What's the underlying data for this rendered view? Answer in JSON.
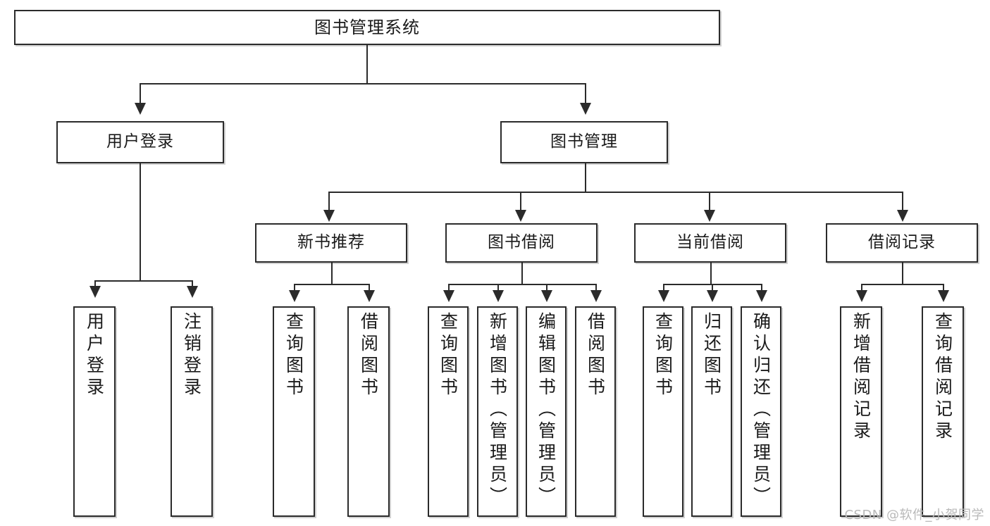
{
  "diagram": {
    "title": "图书管理系统",
    "type": "tree-hierarchy",
    "watermark": "CSDN @软件_小贺同学",
    "colors": {
      "stroke": "#2b2b2b",
      "fill": "#ffffff",
      "text": "#1a1a1a",
      "watermark": "#b9b9b9"
    },
    "levels": {
      "level1": [
        {
          "id": "root",
          "label": "图书管理系统"
        }
      ],
      "level2": [
        {
          "id": "user-login",
          "label": "用户登录",
          "parent": "root"
        },
        {
          "id": "book-management",
          "label": "图书管理",
          "parent": "root"
        }
      ],
      "level3": [
        {
          "id": "new-book-recommend",
          "label": "新书推荐",
          "parent": "book-management"
        },
        {
          "id": "book-borrow",
          "label": "图书借阅",
          "parent": "book-management"
        },
        {
          "id": "current-borrow",
          "label": "当前借阅",
          "parent": "book-management"
        },
        {
          "id": "borrow-record",
          "label": "借阅记录",
          "parent": "book-management"
        }
      ],
      "leaves": [
        {
          "id": "leaf-user-login",
          "label": "用户登录",
          "parent": "user-login"
        },
        {
          "id": "leaf-logout-login",
          "label": "注销登录",
          "parent": "user-login"
        },
        {
          "id": "leaf-query-book-1",
          "label": "查询图书",
          "parent": "new-book-recommend"
        },
        {
          "id": "leaf-borrow-book-1",
          "label": "借阅图书",
          "parent": "new-book-recommend"
        },
        {
          "id": "leaf-query-book-2",
          "label": "查询图书",
          "parent": "book-borrow"
        },
        {
          "id": "leaf-add-book",
          "label": "新增图书（管理员）",
          "parent": "book-borrow"
        },
        {
          "id": "leaf-edit-book",
          "label": "编辑图书（管理员）",
          "parent": "book-borrow"
        },
        {
          "id": "leaf-borrow-book-2",
          "label": "借阅图书",
          "parent": "book-borrow"
        },
        {
          "id": "leaf-query-book-3",
          "label": "查询图书",
          "parent": "current-borrow"
        },
        {
          "id": "leaf-return-book",
          "label": "归还图书",
          "parent": "current-borrow"
        },
        {
          "id": "leaf-confirm-return",
          "label": "确认归还（管理员）",
          "parent": "current-borrow"
        },
        {
          "id": "leaf-add-record",
          "label": "新增借阅记录",
          "parent": "borrow-record"
        },
        {
          "id": "leaf-query-record",
          "label": "查询借阅记录",
          "parent": "borrow-record"
        }
      ]
    }
  }
}
